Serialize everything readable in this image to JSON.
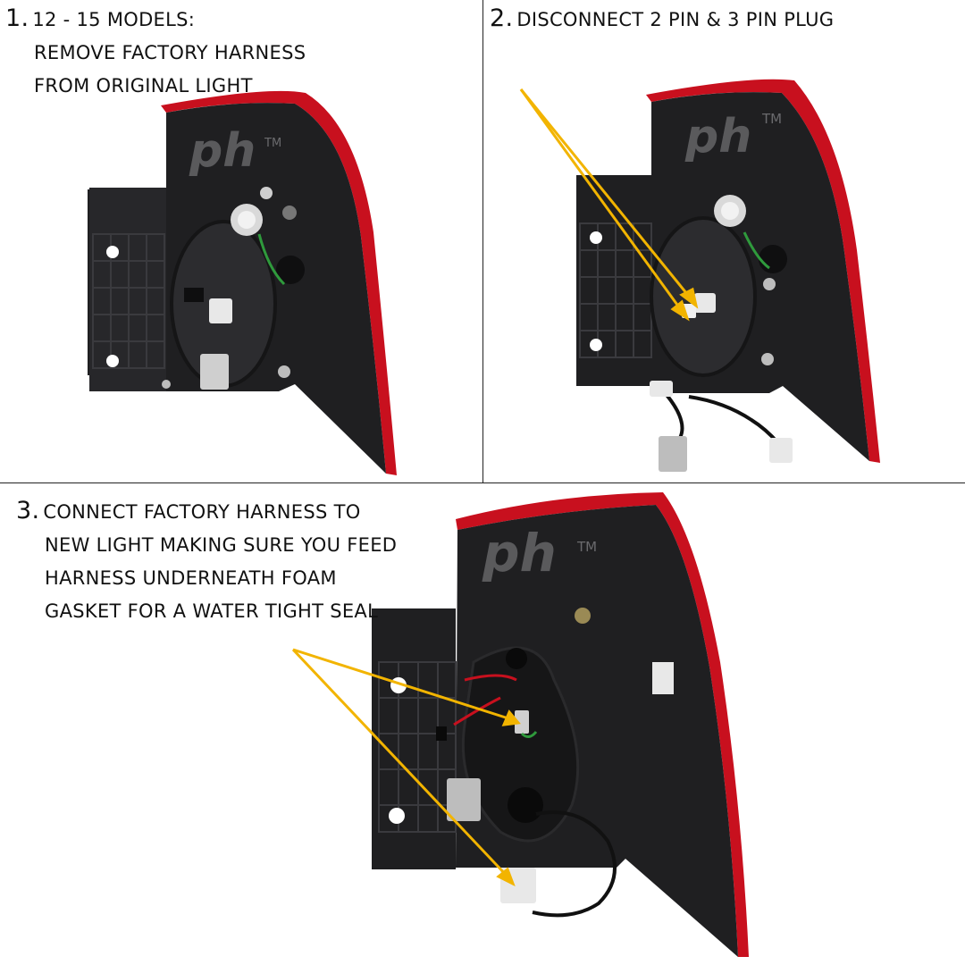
{
  "steps": [
    {
      "number": "1.",
      "lines": [
        "12 - 15 MODELS:",
        "REMOVE FACTORY HARNESS",
        "FROM ORIGINAL LIGHT"
      ]
    },
    {
      "number": "2.",
      "lines": [
        "DISCONNECT 2 PIN & 3 PIN PLUG"
      ]
    },
    {
      "number": "3.",
      "lines": [
        "CONNECT FACTORY HARNESS TO",
        "NEW LIGHT MAKING SURE YOU FEED",
        "HARNESS UNDERNEATH FOAM",
        "GASKET FOR A WATER TIGHT SEAL"
      ]
    }
  ],
  "watermark": {
    "logo": "ph",
    "mark": "TM"
  },
  "colors": {
    "lens_red": "#c8101e",
    "housing": "#1c1c1e",
    "arrow": "#f2b400",
    "divider": "#222222"
  },
  "icons": [
    "arrow-pointer-icon",
    "tail-light-housing-icon",
    "wiring-harness-icon"
  ]
}
